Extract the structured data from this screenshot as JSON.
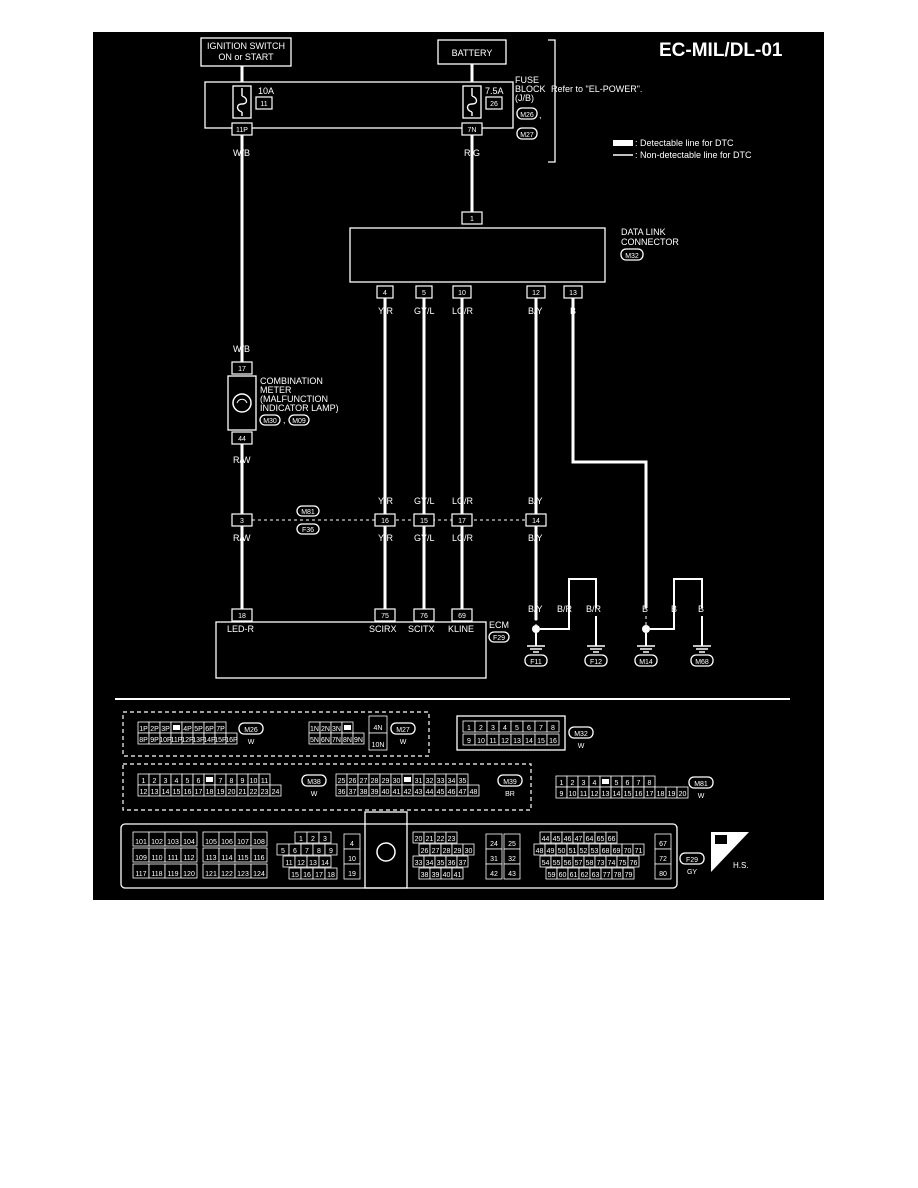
{
  "title": "EC-MIL/DL-01",
  "ignition_switch": {
    "line1": "IGNITION SWITCH",
    "line2": "ON or START"
  },
  "battery": "BATTERY",
  "fuse_block": {
    "line1": "FUSE",
    "line2": "BLOCK",
    "line3": "(J/B)",
    "conn1": "M26",
    "conn2": "M27",
    "comma": ",",
    "refer": "Refer to \"EL-POWER\".",
    "fuse1_amp": "10A",
    "fuse1_num": "11",
    "fuse1_pin": "11P",
    "fuse2_amp": "7.5A",
    "fuse2_num": "26",
    "fuse2_pin": "7N"
  },
  "legend": {
    "detectable": ": Detectable line for DTC",
    "non_detectable": ": Non-detectable line for DTC"
  },
  "wires": {
    "wb": "W/B",
    "rg": "R/G",
    "yr": "Y/R",
    "gyl": "GY/L",
    "lgr": "LG/R",
    "by": "B/Y",
    "b": "B",
    "rw": "R/W",
    "br": "B/R"
  },
  "data_link": {
    "line1": "DATA LINK",
    "line2": "CONNECTOR",
    "conn": "M32",
    "pin_top": "1",
    "pins": [
      "4",
      "5",
      "10",
      "12",
      "13"
    ]
  },
  "combination_meter": {
    "line1": "COMBINATION",
    "line2": "METER",
    "line3": "(MALFUNCTION",
    "line4": "INDICATOR LAMP)",
    "conn1": "M30",
    "conn2": "M09",
    "comma": ",",
    "pin_top": "17",
    "pin_bottom": "44"
  },
  "joint": {
    "conn1": "M81",
    "conn2": "F36",
    "pins": [
      "3",
      "16",
      "15",
      "17",
      "14"
    ]
  },
  "ecm": {
    "name": "ECM",
    "conn": "F29",
    "pins": [
      "18",
      "75",
      "76",
      "69"
    ],
    "terms": [
      "LED-R",
      "SCIRX",
      "SCITX",
      "KLINE"
    ]
  },
  "grounds": [
    "F11",
    "F12",
    "M14",
    "M68"
  ],
  "connectors": {
    "m26_row1": [
      "1P",
      "2P",
      "3P",
      "",
      "4P",
      "5P",
      "6P",
      "7P"
    ],
    "m26_row2": [
      "8P",
      "9P",
      "10P",
      "11P",
      "12P",
      "13P",
      "14P",
      "15P",
      "16P"
    ],
    "m26_label": "M26",
    "m26_color": "W",
    "m27_row1": [
      "1N",
      "2N",
      "3N",
      ""
    ],
    "m27_row2": [
      "5N",
      "6N",
      "7N",
      "8N",
      "9N"
    ],
    "m27_extra": [
      "4N",
      "10N"
    ],
    "m27_label": "M27",
    "m27_color": "W",
    "m32_row1": [
      "1",
      "2",
      "3",
      "4",
      "5",
      "6",
      "7",
      "8"
    ],
    "m32_row2": [
      "9",
      "10",
      "11",
      "12",
      "13",
      "14",
      "15",
      "16"
    ],
    "m32_label": "M32",
    "m32_color": "W",
    "m38_row1": [
      "1",
      "2",
      "3",
      "4",
      "5",
      "6",
      "",
      "7",
      "8",
      "9",
      "10",
      "11"
    ],
    "m38_row2": [
      "12",
      "13",
      "14",
      "15",
      "16",
      "17",
      "18",
      "19",
      "20",
      "21",
      "22",
      "23",
      "24"
    ],
    "m38_label": "M38",
    "m38_color": "W",
    "m39_row1": [
      "25",
      "26",
      "27",
      "28",
      "29",
      "30",
      "",
      "31",
      "32",
      "33",
      "34",
      "35"
    ],
    "m39_row2": [
      "36",
      "37",
      "38",
      "39",
      "40",
      "41",
      "42",
      "43",
      "44",
      "45",
      "46",
      "47",
      "48"
    ],
    "m39_label": "M39",
    "m39_color": "BR",
    "m81_row1": [
      "1",
      "2",
      "3",
      "4",
      "",
      "5",
      "6",
      "7",
      "8"
    ],
    "m81_row2": [
      "9",
      "10",
      "11",
      "12",
      "13",
      "14",
      "15",
      "16",
      "17",
      "18",
      "19",
      "20"
    ],
    "m81_label": "M81",
    "m81_color": "W",
    "f29_a_row1": [
      "101",
      "102",
      "103",
      "104"
    ],
    "f29_a_row2": [
      "109",
      "110",
      "111",
      "112"
    ],
    "f29_a_row3": [
      "117",
      "118",
      "119",
      "120"
    ],
    "f29_b_row1": [
      "105",
      "106",
      "107",
      "108"
    ],
    "f29_b_row2": [
      "113",
      "114",
      "115",
      "116"
    ],
    "f29_b_row3": [
      "121",
      "122",
      "123",
      "124"
    ],
    "f29_c_row1": [
      "1",
      "2",
      "3"
    ],
    "f29_c_row2": [
      "5",
      "6",
      "7",
      "8",
      "9"
    ],
    "f29_c_row3": [
      "11",
      "12",
      "13",
      "14"
    ],
    "f29_c_row4": [
      "15",
      "16",
      "17",
      "18"
    ],
    "f29_d": [
      "4",
      "10",
      "19"
    ],
    "f29_e_row1": [
      "20",
      "21",
      "22",
      "23"
    ],
    "f29_e_row2": [
      "26",
      "27",
      "28",
      "29",
      "30"
    ],
    "f29_e_row3": [
      "33",
      "34",
      "35",
      "36",
      "37"
    ],
    "f29_e_row4": [
      "38",
      "39",
      "40",
      "41"
    ],
    "f29_f": [
      "24",
      "25",
      "31",
      "32",
      "42",
      "43"
    ],
    "f29_g_row1": [
      "44",
      "45",
      "46",
      "47",
      "64",
      "65",
      "66"
    ],
    "f29_g_row2": [
      "48",
      "49",
      "50",
      "51",
      "52",
      "53",
      "68",
      "69",
      "70",
      "71"
    ],
    "f29_g_row3": [
      "54",
      "55",
      "56",
      "57",
      "58",
      "73",
      "74",
      "75",
      "76"
    ],
    "f29_g_row4": [
      "59",
      "60",
      "61",
      "62",
      "63",
      "77",
      "78",
      "79"
    ],
    "f29_h": [
      "67",
      "72",
      "80"
    ],
    "f29_label": "F29",
    "f29_color": "GY",
    "hs": "H.S."
  }
}
